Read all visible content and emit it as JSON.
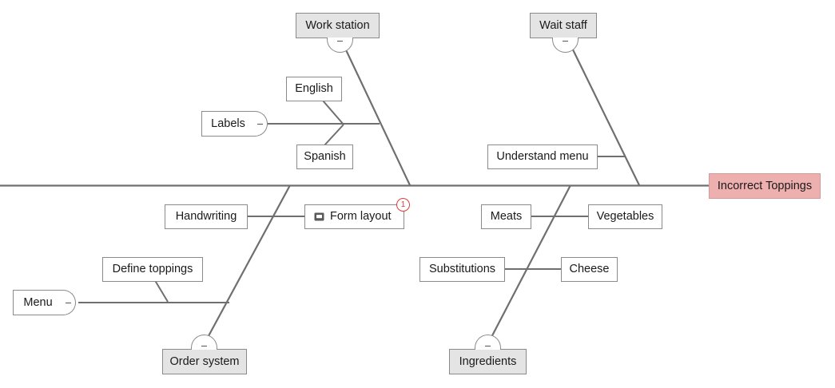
{
  "diagram": {
    "type": "fishbone",
    "title": "Incorrect Toppings",
    "colors": {
      "line": "#6f6f6f",
      "node_border": "#8a8a8a",
      "category_fill": "#e4e4e4",
      "effect_fill": "#eeafaf",
      "effect_border": "#d79a9a",
      "badge": "#e03a3a",
      "background": "#ffffff"
    },
    "effect": {
      "label": "Incorrect Toppings"
    },
    "nodes": {
      "work_station": {
        "label": "Work station"
      },
      "wait_staff": {
        "label": "Wait staff"
      },
      "order_system": {
        "label": "Order system"
      },
      "ingredients": {
        "label": "Ingredients"
      },
      "english": {
        "label": "English"
      },
      "spanish": {
        "label": "Spanish"
      },
      "labels": {
        "label": "Labels"
      },
      "understand_menu": {
        "label": "Understand menu"
      },
      "handwriting": {
        "label": "Handwriting"
      },
      "form_layout": {
        "label": "Form layout",
        "icon": "note-icon",
        "badge": "1"
      },
      "define_toppings": {
        "label": "Define toppings"
      },
      "menu": {
        "label": "Menu"
      },
      "meats": {
        "label": "Meats"
      },
      "vegetables": {
        "label": "Vegetables"
      },
      "substitutions": {
        "label": "Substitutions"
      },
      "cheese": {
        "label": "Cheese"
      }
    },
    "collapse_handles": {
      "glyph": "minus"
    }
  }
}
